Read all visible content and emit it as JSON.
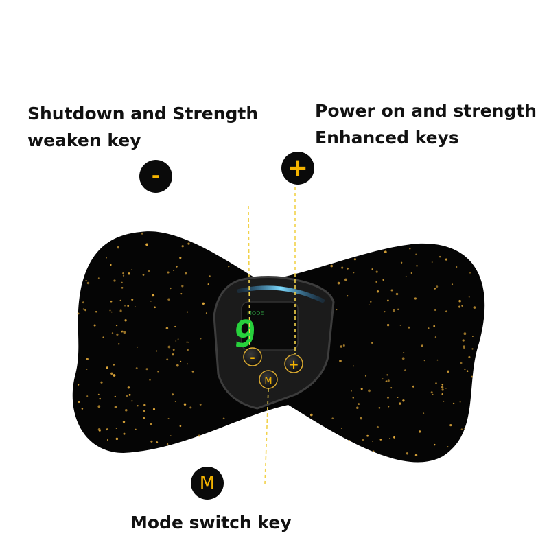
{
  "labels": {
    "minus_line1": "Shutdown and Strength",
    "minus_line2": "weaken key",
    "plus_line1": "Power on and strength",
    "plus_line2": "Enhanced keys",
    "mode": "Mode switch key"
  },
  "keys": {
    "minus_symbol": "-",
    "plus_symbol": "+",
    "mode_symbol": "M"
  },
  "display": {
    "digit": "9",
    "mode_text": "MODE"
  },
  "colors": {
    "pad": "#050505",
    "speckle": "#e0a83a",
    "accent": "#f5b400",
    "digit": "#27d13c",
    "glow": "#55c8ff",
    "guide_line": "#f2d24a"
  }
}
